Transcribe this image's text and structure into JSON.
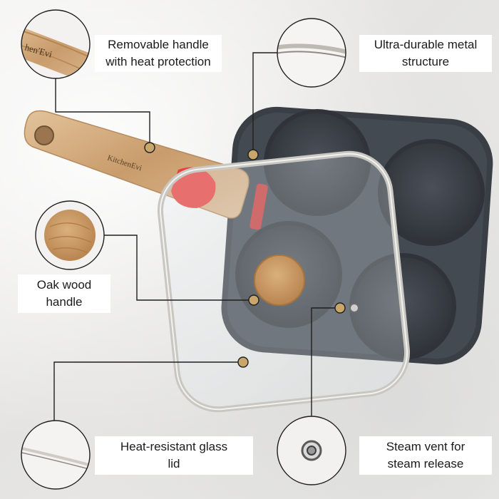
{
  "callouts": [
    {
      "id": "removable-handle",
      "text": "Removable handle\nwith heat protection"
    },
    {
      "id": "metal-structure",
      "text": "Ultra-durable metal\nstructure"
    },
    {
      "id": "oak-handle",
      "text": "Oak wood\nhandle"
    },
    {
      "id": "glass-lid",
      "text": "Heat-resistant glass\nlid"
    },
    {
      "id": "steam-vent",
      "text": "Steam vent for\nsteam release"
    }
  ],
  "brand": {
    "handle_logo": "KitchenEvi",
    "zoom_logo": "hen'Evi"
  },
  "colors": {
    "marker": "#c9a76a",
    "line": "#1f1f1f",
    "pan": "#3c4148",
    "wood": "#d8b48a",
    "silicone": "#e8403c"
  }
}
